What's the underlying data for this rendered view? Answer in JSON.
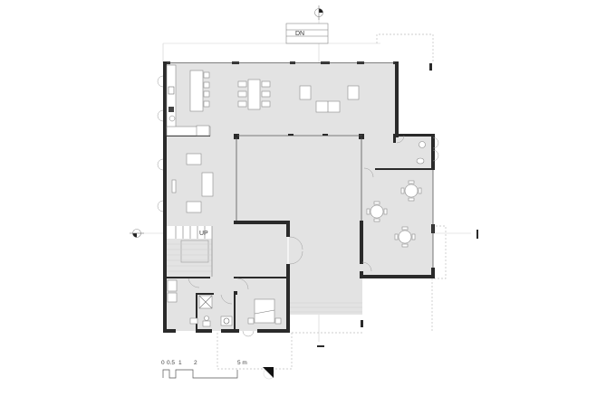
{
  "drawing": {
    "type": "floor-plan",
    "labels": {
      "stair_down": "DN",
      "stair_up": "UP"
    },
    "scale_bar": {
      "ticks": [
        "0",
        "0.5",
        "1",
        "2",
        "5 m"
      ],
      "unit": "m"
    },
    "north_arrow": "north-arrow",
    "section_markers": [
      "section-marker-top",
      "section-marker-left"
    ],
    "rooms": [
      {
        "name": "kitchen-dining-living"
      },
      {
        "name": "lounge"
      },
      {
        "name": "central-courtyard"
      },
      {
        "name": "stair-hall"
      },
      {
        "name": "bathroom-1"
      },
      {
        "name": "shower-room"
      },
      {
        "name": "bedroom"
      },
      {
        "name": "wc"
      },
      {
        "name": "dining-pavilion"
      }
    ],
    "colors": {
      "floor": "#e3e3e3",
      "wall": "#2a2a2a",
      "background": "#ffffff",
      "line": "#777777"
    }
  }
}
